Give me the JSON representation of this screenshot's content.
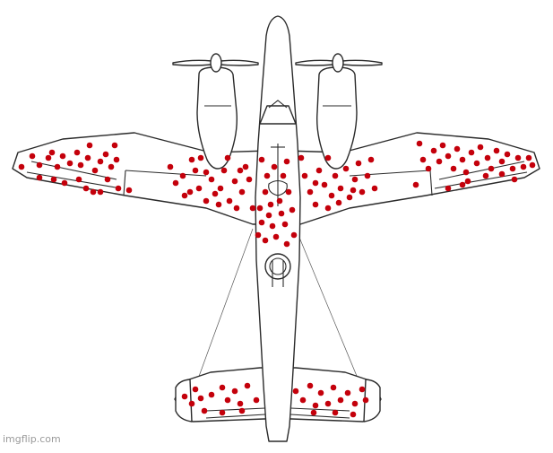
{
  "watermark": "imgflip.com",
  "colors": {
    "hit": "#c4000b",
    "outline": "#2a2a2a",
    "background": "#ffffff"
  },
  "icons": [
    "bomber-aircraft-outline",
    "bullet-hole-dot"
  ]
}
